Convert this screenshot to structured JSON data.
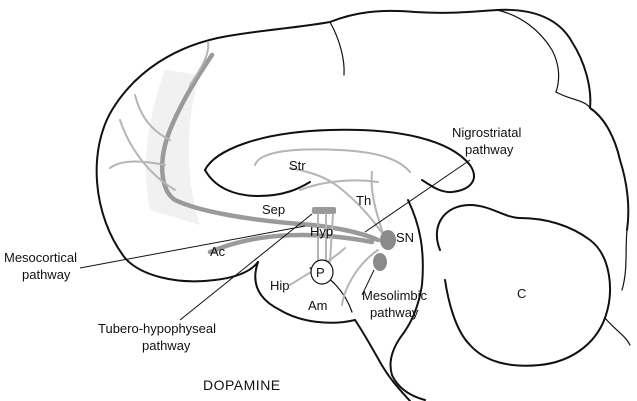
{
  "title": "DOPAMINE",
  "regions": {
    "str": "Str",
    "th": "Th",
    "sep": "Sep",
    "hyp": "Hyp",
    "sn": "SN",
    "ac": "Ac",
    "p": "P",
    "hip": "Hip",
    "am": "Am",
    "c": "C"
  },
  "pathways": {
    "nigrostriatal_line1": "Nigrostriatal",
    "nigrostriatal_line2": "pathway",
    "mesocortical_line1": "Mesocortical",
    "mesocortical_line2": "pathway",
    "tubero_line1": "Tubero-hypophyseal",
    "tubero_line2": "pathway",
    "mesolimbic_line1": "Mesolimbic",
    "mesolimbic_line2": "pathway"
  },
  "colors": {
    "pathway_grey": "#9a9a9a",
    "outline": "#111111"
  }
}
